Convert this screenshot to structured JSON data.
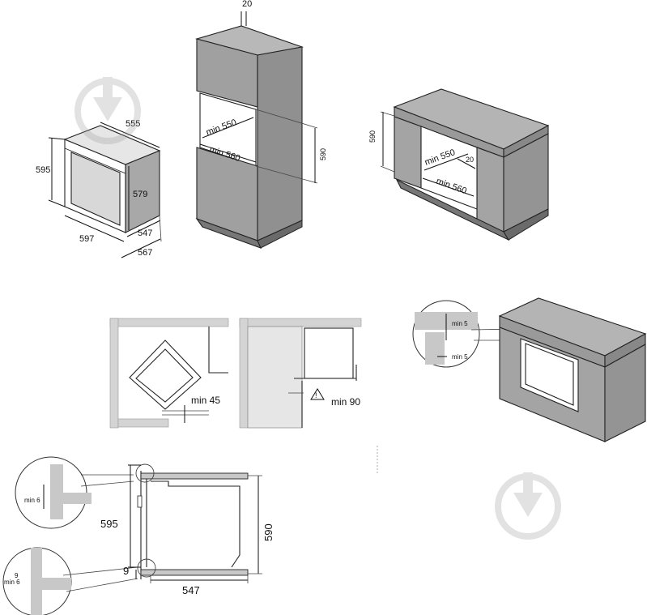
{
  "figure": {
    "oven_front": {
      "depth": "555",
      "height": "595",
      "inner_height": "579",
      "width": "597",
      "side_depth": "547",
      "total_depth": "567"
    },
    "tall_cabinet": {
      "top_gap": "20",
      "niche_height_min": "min 550",
      "niche_width_min": "min 560",
      "niche_height": "590"
    },
    "under_counter": {
      "niche_height": "590",
      "niche_height_min": "min 550",
      "gap": "20",
      "niche_width_min": "min 560"
    },
    "corner_plan": {
      "clearance_min": "min 45"
    },
    "door_plan": {
      "clearance_min": "min 90"
    },
    "gap_detail": {
      "top": "min 5",
      "side": "min 5"
    },
    "side_section": {
      "height_outer": "595",
      "height_niche": "590",
      "offset": "9",
      "depth": "547",
      "detail_top": "min 6",
      "detail_bottom_a": "9",
      "detail_bottom_b": "min 6"
    }
  }
}
